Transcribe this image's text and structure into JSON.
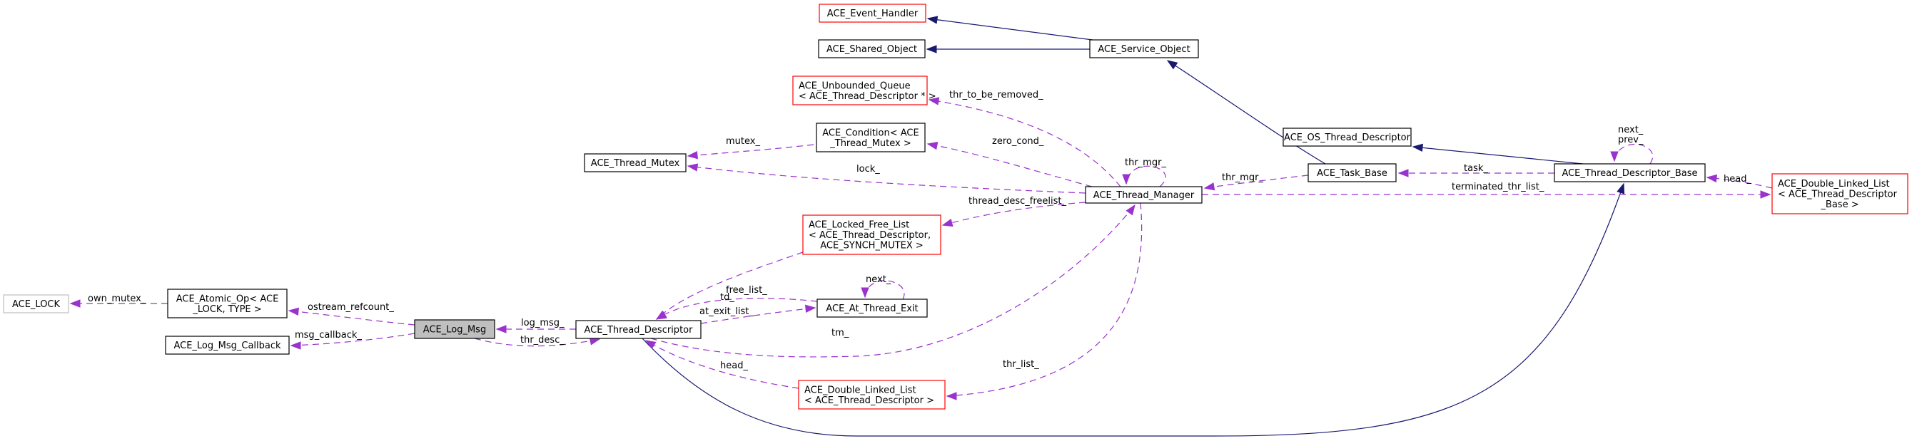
{
  "diagram": {
    "type": "collaboration-graph",
    "focus_node": "ACE_Log_Msg",
    "colors": {
      "inheritance_edge": "#191970",
      "member_edge": "#9a32cd",
      "documented_border": "#000000",
      "undocumented_border": "#ff0000",
      "external_border": "#bfbfbf",
      "focus_fill": "#bfbfbf"
    },
    "nodes": {
      "event_handler": {
        "lines": [
          "ACE_Event_Handler"
        ],
        "style": "red"
      },
      "shared_object": {
        "lines": [
          "ACE_Shared_Object"
        ],
        "style": "normal"
      },
      "service_object": {
        "lines": [
          "ACE_Service_Object"
        ],
        "style": "normal"
      },
      "unbounded_queue": {
        "lines": [
          "ACE_Unbounded_Queue",
          "< ACE_Thread_Descriptor * >"
        ],
        "style": "red"
      },
      "condition": {
        "lines": [
          "ACE_Condition< ACE",
          "_Thread_Mutex >"
        ],
        "style": "normal"
      },
      "thread_mutex": {
        "lines": [
          "ACE_Thread_Mutex"
        ],
        "style": "normal"
      },
      "thread_manager": {
        "lines": [
          "ACE_Thread_Manager"
        ],
        "style": "normal"
      },
      "os_thread_descriptor": {
        "lines": [
          "ACE_OS_Thread_Descriptor"
        ],
        "style": "normal"
      },
      "task_base": {
        "lines": [
          "ACE_Task_Base"
        ],
        "style": "normal"
      },
      "thread_descriptor_base": {
        "lines": [
          "ACE_Thread_Descriptor_Base"
        ],
        "style": "normal"
      },
      "dll_tdb": {
        "lines": [
          "ACE_Double_Linked_List",
          "< ACE_Thread_Descriptor",
          "_Base >"
        ],
        "style": "red"
      },
      "locked_free_list": {
        "lines": [
          "ACE_Locked_Free_List",
          "< ACE_Thread_Descriptor,",
          "ACE_SYNCH_MUTEX >"
        ],
        "style": "red"
      },
      "ace_lock": {
        "lines": [
          "ACE_LOCK"
        ],
        "style": "gray"
      },
      "atomic_op": {
        "lines": [
          "ACE_Atomic_Op< ACE",
          "_LOCK, TYPE >"
        ],
        "style": "normal"
      },
      "log_msg": {
        "lines": [
          "ACE_Log_Msg"
        ],
        "style": "focus"
      },
      "log_msg_callback": {
        "lines": [
          "ACE_Log_Msg_Callback"
        ],
        "style": "normal"
      },
      "thread_descriptor": {
        "lines": [
          "ACE_Thread_Descriptor"
        ],
        "style": "normal"
      },
      "at_thread_exit": {
        "lines": [
          "ACE_At_Thread_Exit"
        ],
        "style": "normal"
      },
      "dll_td": {
        "lines": [
          "ACE_Double_Linked_List",
          "< ACE_Thread_Descriptor >"
        ],
        "style": "red"
      }
    },
    "edges": [
      {
        "id": "e1",
        "kind": "inherit",
        "from": "service_object",
        "to": "event_handler",
        "label": []
      },
      {
        "id": "e2",
        "kind": "inherit",
        "from": "service_object",
        "to": "shared_object",
        "label": []
      },
      {
        "id": "e3",
        "kind": "inherit",
        "from": "task_base",
        "to": "service_object",
        "label": []
      },
      {
        "id": "e4",
        "kind": "inherit",
        "from": "thread_descriptor_base",
        "to": "os_thread_descriptor",
        "label": []
      },
      {
        "id": "e5",
        "kind": "inherit",
        "from": "thread_descriptor",
        "to": "thread_descriptor_base",
        "label": []
      },
      {
        "id": "e6",
        "kind": "member",
        "from": "thread_manager",
        "to": "unbounded_queue",
        "label": [
          "thr_to_be_removed_"
        ]
      },
      {
        "id": "e7",
        "kind": "member",
        "from": "condition",
        "to": "thread_mutex",
        "label": [
          "mutex_"
        ]
      },
      {
        "id": "e8",
        "kind": "member",
        "from": "thread_manager",
        "to": "condition",
        "label": [
          "zero_cond_"
        ]
      },
      {
        "id": "e9",
        "kind": "member",
        "from": "thread_manager",
        "to": "thread_mutex",
        "label": [
          "lock_"
        ]
      },
      {
        "id": "e10",
        "kind": "member",
        "from": "thread_manager",
        "to": "thread_manager",
        "label": [
          "thr_mgr_"
        ]
      },
      {
        "id": "e11",
        "kind": "member",
        "from": "task_base",
        "to": "thread_manager",
        "label": [
          "thr_mgr_"
        ]
      },
      {
        "id": "e12",
        "kind": "member",
        "from": "thread_descriptor_base",
        "to": "task_base",
        "label": [
          "task_"
        ]
      },
      {
        "id": "e13",
        "kind": "member",
        "from": "thread_descriptor_base",
        "to": "thread_descriptor_base",
        "label": [
          "next_",
          "prev_"
        ]
      },
      {
        "id": "e14",
        "kind": "member",
        "from": "dll_tdb",
        "to": "thread_descriptor_base",
        "label": [
          "head_"
        ]
      },
      {
        "id": "e15",
        "kind": "member",
        "from": "thread_manager",
        "to": "dll_tdb",
        "label": [
          "terminated_thr_list_"
        ]
      },
      {
        "id": "e16",
        "kind": "member",
        "from": "thread_manager",
        "to": "locked_free_list",
        "label": [
          "thread_desc_freelist_"
        ]
      },
      {
        "id": "e17",
        "kind": "member",
        "from": "locked_free_list",
        "to": "thread_descriptor",
        "label": [
          "free_list_"
        ]
      },
      {
        "id": "e18",
        "kind": "member",
        "from": "thread_descriptor",
        "to": "thread_manager",
        "label": [
          "tm_"
        ]
      },
      {
        "id": "e19",
        "kind": "member",
        "from": "thread_manager",
        "to": "dll_td",
        "label": [
          "thr_list_"
        ]
      },
      {
        "id": "e20",
        "kind": "member",
        "from": "dll_td",
        "to": "thread_descriptor",
        "label": [
          "head_"
        ]
      },
      {
        "id": "e21",
        "kind": "member",
        "from": "at_thread_exit",
        "to": "thread_descriptor",
        "label": [
          "td_"
        ]
      },
      {
        "id": "e22",
        "kind": "member",
        "from": "thread_descriptor",
        "to": "at_thread_exit",
        "label": [
          "at_exit_list_"
        ]
      },
      {
        "id": "e23",
        "kind": "member",
        "from": "at_thread_exit",
        "to": "at_thread_exit",
        "label": [
          "next_"
        ]
      },
      {
        "id": "e24",
        "kind": "member",
        "from": "thread_descriptor",
        "to": "log_msg",
        "label": [
          "log_msg_"
        ]
      },
      {
        "id": "e25",
        "kind": "member",
        "from": "log_msg",
        "to": "thread_descriptor",
        "label": [
          "thr_desc_"
        ]
      },
      {
        "id": "e26",
        "kind": "member",
        "from": "log_msg",
        "to": "atomic_op",
        "label": [
          "ostream_refcount_"
        ]
      },
      {
        "id": "e27",
        "kind": "member",
        "from": "log_msg",
        "to": "log_msg_callback",
        "label": [
          "msg_callback_"
        ]
      },
      {
        "id": "e28",
        "kind": "member",
        "from": "atomic_op",
        "to": "ace_lock",
        "label": [
          "own_mutex_"
        ]
      }
    ]
  }
}
